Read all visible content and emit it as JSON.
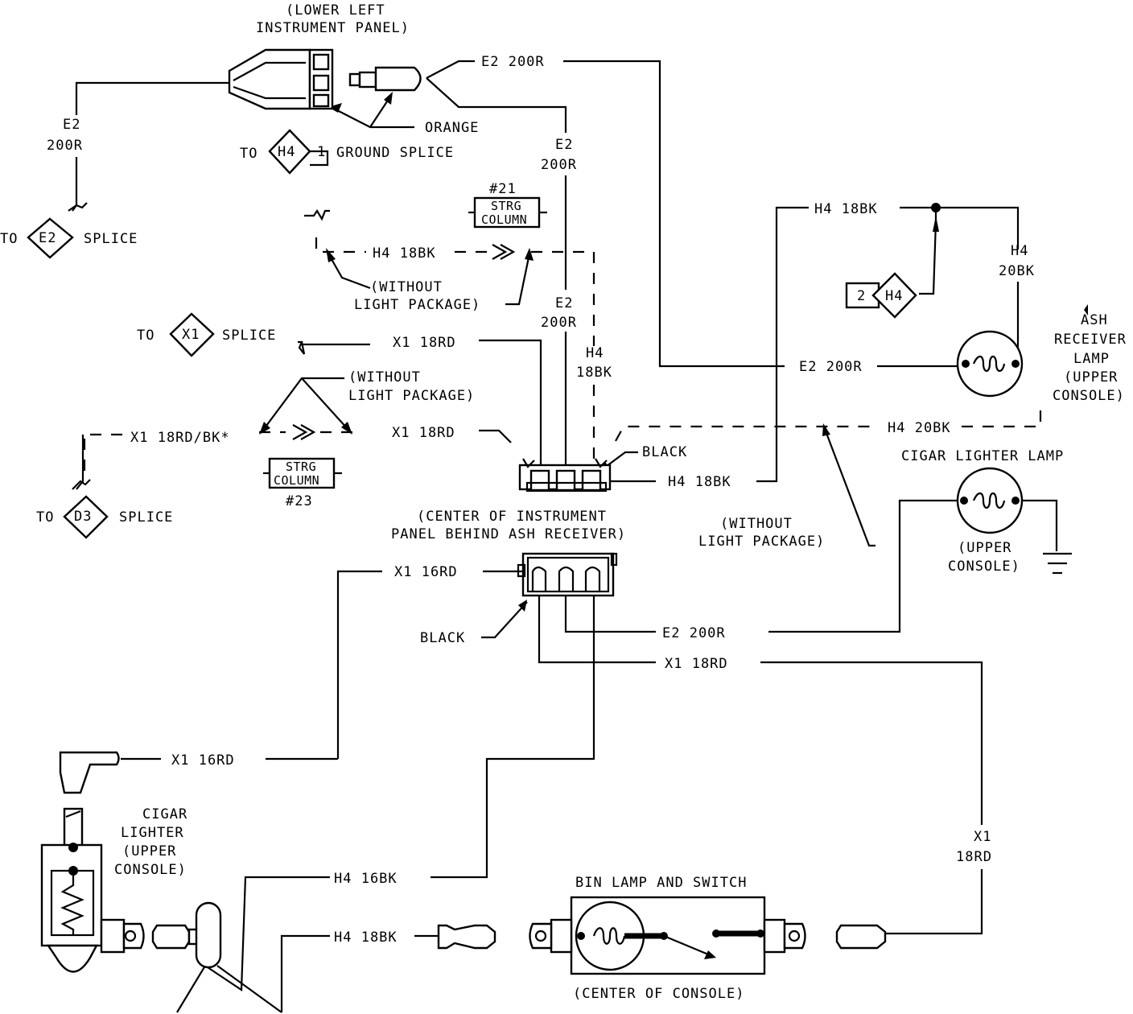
{
  "locations": {
    "lower_left_panel_1": "(LOWER LEFT",
    "lower_left_panel_2": "INSTRUMENT PANEL)",
    "center_panel_1": "(CENTER OF INSTRUMENT",
    "center_panel_2": "PANEL BEHIND ASH RECEIVER)",
    "center_console": "(CENTER OF CONSOLE)",
    "upper_console_1": "(UPPER",
    "upper_console_2": "CONSOLE)"
  },
  "wires": {
    "e2_200r": "E2 200R",
    "e2": "E2",
    "200r": "200R",
    "h4_18bk": "H4 18BK",
    "h4": "H4",
    "18bk": "18BK",
    "20bk": "20BK",
    "h4_20bk": "H4 20BK",
    "x1_18rd": "X1 18RD",
    "x1_18rd_bk": "X1 18RD/BK*",
    "x1_16rd": "X1 16RD",
    "h4_16bk": "H4 16BK",
    "x1": "X1",
    "18rd": "18RD"
  },
  "labels": {
    "orange": "ORANGE",
    "black": "BLACK",
    "to": "TO",
    "splice": "SPLICE",
    "ground_splice": "GROUND SPLICE",
    "without_1": "(WITHOUT",
    "light_package": "LIGHT PACKAGE)",
    "strg": "STRG",
    "column": "COLUMN",
    "n21": "#21",
    "n23": "#23",
    "ash_1": "ASH",
    "ash_2": "RECEIVER",
    "ash_3": "LAMP",
    "ash_4": "(UPPER",
    "ash_5": "CONSOLE)",
    "cigar_lamp": "CIGAR LIGHTER LAMP",
    "cigar_1": "CIGAR",
    "cigar_2": "LIGHTER",
    "cigar_3": "(UPPER",
    "cigar_4": "CONSOLE)",
    "bin_lamp": "BIN LAMP AND SWITCH"
  },
  "splices": {
    "e2": "E2",
    "h4": "H4",
    "h4_num": "1",
    "x1": "X1",
    "d3": "D3",
    "h4_right": "H4",
    "h4_right_num": "2"
  }
}
